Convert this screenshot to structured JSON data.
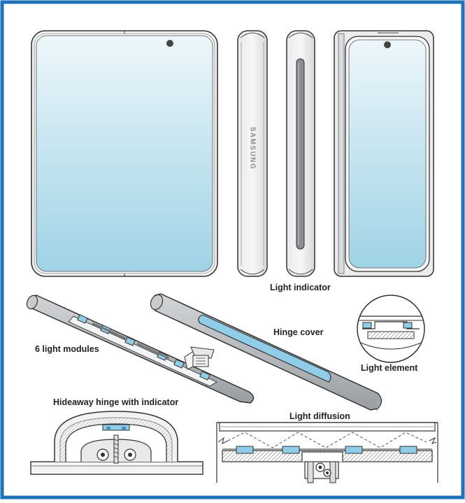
{
  "brand_text": "SAMSUNG",
  "labels": {
    "light_indicator": "Light indicator",
    "hinge_cover": "Hinge cover",
    "light_modules": "6 light modules",
    "light_element": "Light element",
    "hideaway_hinge": "Hideaway hinge with indicator",
    "light_diffusion": "Light diffusion"
  },
  "colors": {
    "border": "#1e73b8",
    "screen_top": "#eef7fb",
    "screen_bottom": "#9fd3e6",
    "body_gray": "#b9bcc0",
    "light_blue": "#8fcde8",
    "outline": "#333333"
  }
}
